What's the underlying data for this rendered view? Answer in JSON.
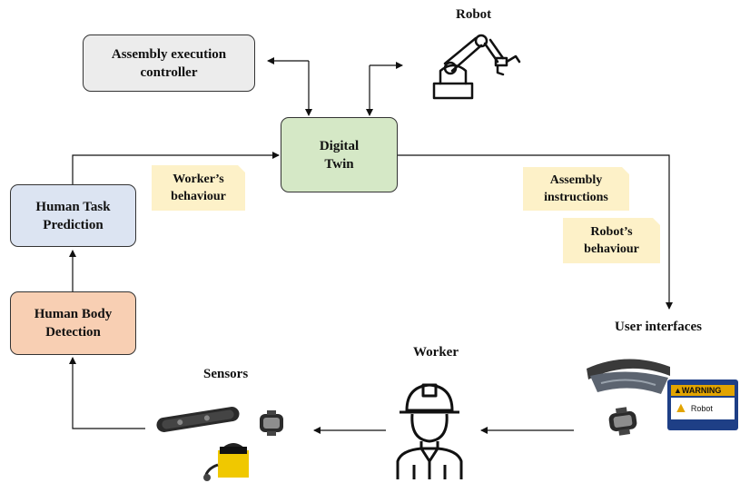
{
  "nodes": {
    "assembly_controller": {
      "line1": "Assembly execution",
      "line2": "controller",
      "fill": "#ececec"
    },
    "digital_twin": {
      "line1": "Digital",
      "line2": "Twin",
      "fill": "#d5e8c6"
    },
    "human_task_prediction": {
      "line1": "Human Task",
      "line2": "Prediction",
      "fill": "#dce4f2"
    },
    "human_body_detection": {
      "line1": "Human Body",
      "line2": "Detection",
      "fill": "#f8cfb3"
    }
  },
  "labels": {
    "robot": "Robot",
    "worker": "Worker",
    "sensors": "Sensors",
    "user_interfaces": "User interfaces"
  },
  "notes": {
    "workers_behaviour": {
      "line1": "Worker’s",
      "line2": "behaviour"
    },
    "assembly_instructions": {
      "line1": "Assembly",
      "line2": "instructions"
    },
    "robots_behaviour": {
      "line1": "Robot’s",
      "line2": "behaviour"
    }
  },
  "warning_screen": {
    "header": "WARNING",
    "text": "Robot"
  },
  "icons": [
    "robot-arm-icon",
    "worker-icon",
    "depth-camera-icon",
    "smartwatch-icon",
    "lidar-sensor-icon",
    "ar-headset-icon",
    "warning-screen-icon"
  ]
}
